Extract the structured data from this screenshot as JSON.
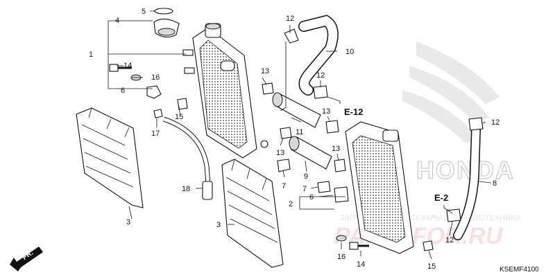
{
  "diagram_code": "KSEMF4100",
  "direction_arrow_label": "FR.",
  "watermark": {
    "brand": "HONDA",
    "line": "ЗАПЧАСТИ И АКСЕССУАРЫ ДЛЯ МОТОТЕХНИКИ",
    "site": "PARTSFOR.RU"
  },
  "references": [
    {
      "id": "ref-e12",
      "text": "E-12"
    },
    {
      "id": "ref-e2",
      "text": "E-2"
    }
  ],
  "callouts": [
    {
      "id": "c1",
      "text": "1"
    },
    {
      "id": "c2",
      "text": "2"
    },
    {
      "id": "c3a",
      "text": "3"
    },
    {
      "id": "c3b",
      "text": "3"
    },
    {
      "id": "c4",
      "text": "4"
    },
    {
      "id": "c5",
      "text": "5"
    },
    {
      "id": "c6a",
      "text": "6"
    },
    {
      "id": "c6b",
      "text": "6"
    },
    {
      "id": "c7a",
      "text": "7"
    },
    {
      "id": "c7b",
      "text": "7"
    },
    {
      "id": "c8",
      "text": "8"
    },
    {
      "id": "c9",
      "text": "9"
    },
    {
      "id": "c10",
      "text": "10"
    },
    {
      "id": "c11",
      "text": "11"
    },
    {
      "id": "c12a",
      "text": "12"
    },
    {
      "id": "c12b",
      "text": "12"
    },
    {
      "id": "c12c",
      "text": "12"
    },
    {
      "id": "c12d",
      "text": "12"
    },
    {
      "id": "c13a",
      "text": "13"
    },
    {
      "id": "c13b",
      "text": "13"
    },
    {
      "id": "c13c",
      "text": "13"
    },
    {
      "id": "c13d",
      "text": "13"
    },
    {
      "id": "c14a",
      "text": "14"
    },
    {
      "id": "c14b",
      "text": "14"
    },
    {
      "id": "c15a",
      "text": "15"
    },
    {
      "id": "c15b",
      "text": "15"
    },
    {
      "id": "c16a",
      "text": "16"
    },
    {
      "id": "c16b",
      "text": "16"
    },
    {
      "id": "c17",
      "text": "17"
    },
    {
      "id": "c18",
      "text": "18"
    }
  ]
}
